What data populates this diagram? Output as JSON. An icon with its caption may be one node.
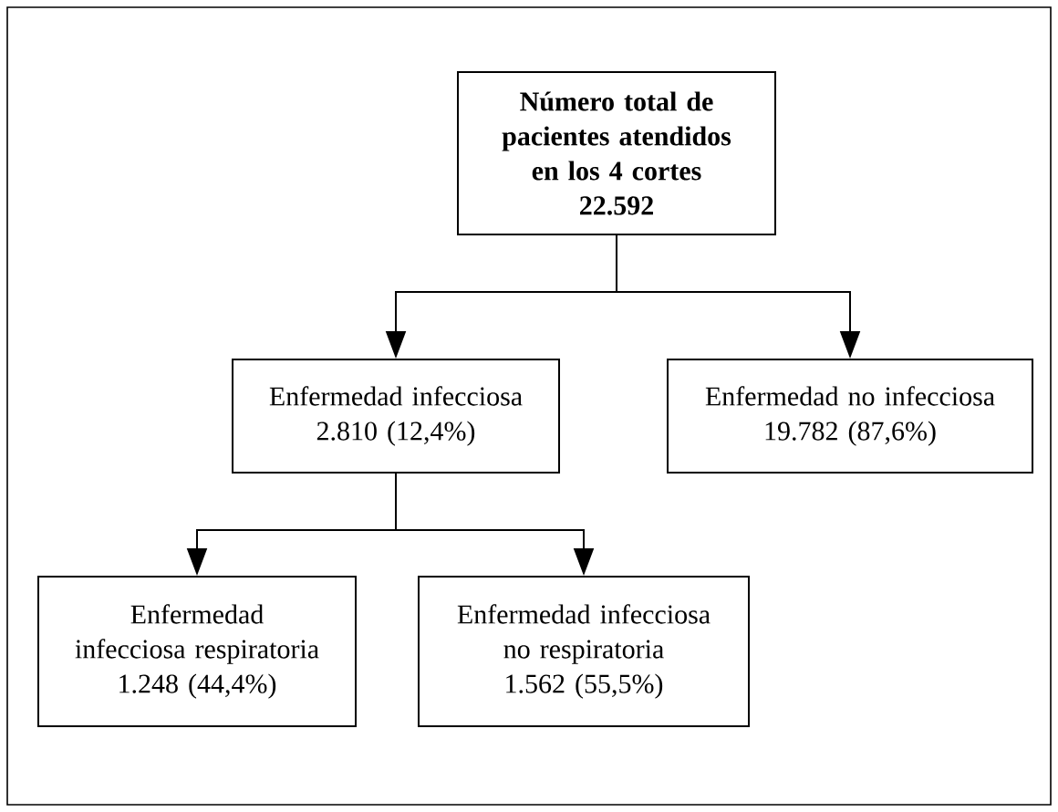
{
  "diagram": {
    "nodes": [
      {
        "text": [
          "Número total de pacientes atendidos en los 4 cortes",
          "22.592"
        ]
      },
      {
        "text": [
          "Enfermedad infecciosa",
          "2.810 (12,4%)"
        ]
      },
      {
        "text": [
          "Enfermedad no infecciosa",
          "19.782 (87,6%)"
        ]
      },
      {
        "text": [
          "Enfermedad infecciosa respiratoria",
          "1.248 (44,4%)"
        ]
      },
      {
        "text": [
          "Enfermedad infecciosa no respiratoria",
          "1.562 (55,5%)"
        ]
      }
    ],
    "edges": [
      {
        "from": 0,
        "to": 1,
        "arrow": "to"
      },
      {
        "from": 0,
        "to": 2,
        "arrow": "to"
      },
      {
        "from": 1,
        "to": 3,
        "arrow": "to"
      },
      {
        "from": 1,
        "to": 4,
        "arrow": "to"
      }
    ]
  }
}
